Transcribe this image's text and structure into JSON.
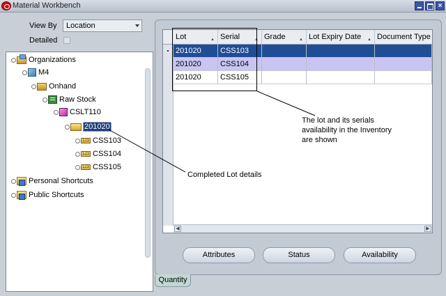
{
  "window": {
    "title": "Material Workbench"
  },
  "filters": {
    "view_by_label": "View By",
    "view_by_value": "Location",
    "detailed_label": "Detailed"
  },
  "tree": {
    "nodes": [
      {
        "label": "Organizations",
        "icon": "folder-org-icon"
      },
      {
        "label": "M4",
        "icon": "cube-icon"
      },
      {
        "label": "Onhand",
        "icon": "onhand-icon"
      },
      {
        "label": "Raw Stock",
        "icon": "stock-icon"
      },
      {
        "label": "CSLT110",
        "icon": "item-icon"
      },
      {
        "label": "201020",
        "icon": "lot-icon"
      },
      {
        "label": "CSS103",
        "icon": "serial-icon"
      },
      {
        "label": "CSS104",
        "icon": "serial-icon"
      },
      {
        "label": "CSS105",
        "icon": "serial-icon"
      },
      {
        "label": "Personal Shortcuts",
        "icon": "shortcut-folder-icon"
      },
      {
        "label": "Public Shortcuts",
        "icon": "shortcut-folder-icon"
      }
    ],
    "serial_badge": "123"
  },
  "grid": {
    "columns": [
      "Lot",
      "Serial",
      "Grade",
      "Lot Expiry Date",
      "Document Type"
    ],
    "rows": [
      [
        "201020",
        "CSS103",
        "",
        "",
        ""
      ],
      [
        "201020",
        "CSS104",
        "",
        "",
        ""
      ],
      [
        "201020",
        "CSS105",
        "",
        "",
        ""
      ]
    ]
  },
  "buttons": {
    "attributes": "Attributes",
    "status": "Status",
    "availability": "Availability"
  },
  "tabs": {
    "quantity": "Quantity"
  },
  "annotations": {
    "grid_note": "The lot and its serials availability in the Inventory are shown",
    "tree_note": "Completed Lot details"
  }
}
